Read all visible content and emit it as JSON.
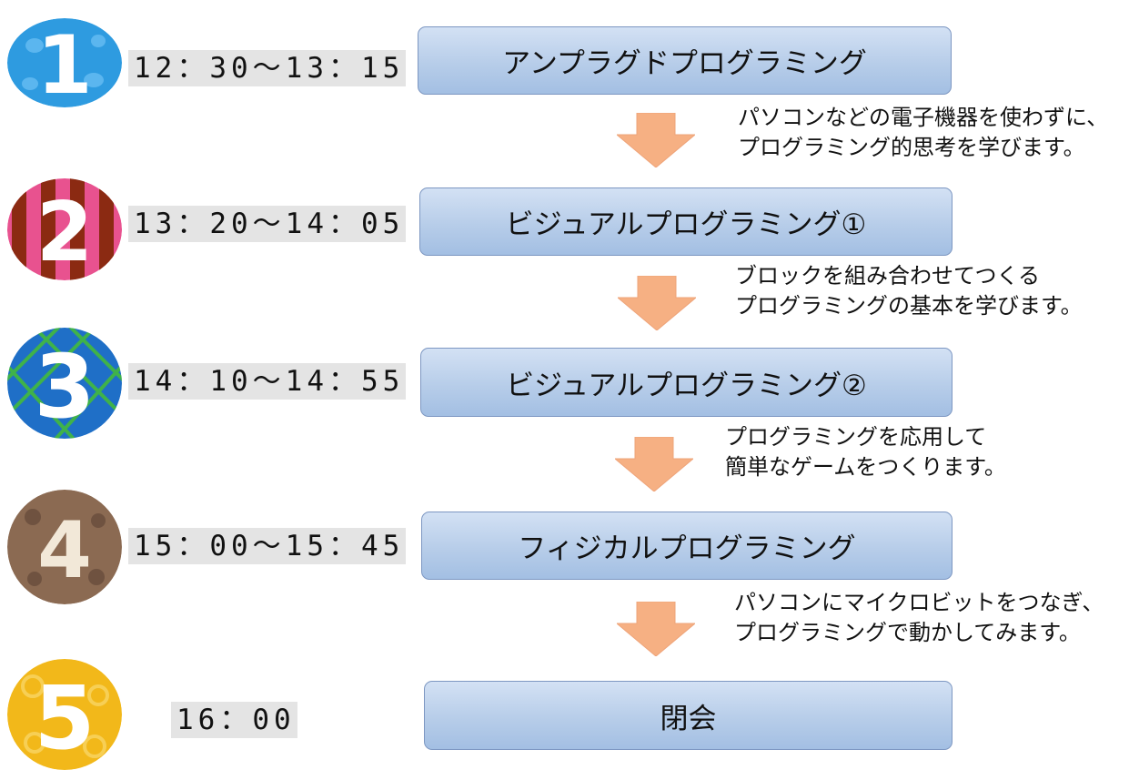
{
  "steps": [
    {
      "number": "1",
      "time": "12：30～13：15",
      "title": "アンプラグドプログラミング",
      "description": [
        "パソコンなどの電子機器を使わずに、",
        "プログラミング的思考を学びます。"
      ]
    },
    {
      "number": "2",
      "time": "13：20～14：05",
      "title": "ビジュアルプログラミング①",
      "description": [
        "ブロックを組み合わせてつくる",
        "プログラミングの基本を学びます。"
      ]
    },
    {
      "number": "3",
      "time": "14：10～14：55",
      "title": "ビジュアルプログラミング②",
      "description": [
        "プログラミングを応用して",
        "簡単なゲームをつくります。"
      ]
    },
    {
      "number": "4",
      "time": "15：00～15：45",
      "title": "フィジカルプログラミング",
      "description": [
        "パソコンにマイクロビットをつなぎ、",
        "プログラミングで動かしてみます。"
      ]
    },
    {
      "number": "5",
      "time": "16：00",
      "title": "閉会"
    }
  ],
  "colors": {
    "badge_1": "#2e9be0",
    "badge_2": "#e8528f",
    "badge_3": "#1f6fc7",
    "badge_4": "#8b6a52",
    "badge_5": "#f2b81a",
    "box_fill": "#b7cde9",
    "box_border": "#7d97c2",
    "arrow_fill": "#f6b083",
    "time_bg": "#e4e4e4"
  }
}
